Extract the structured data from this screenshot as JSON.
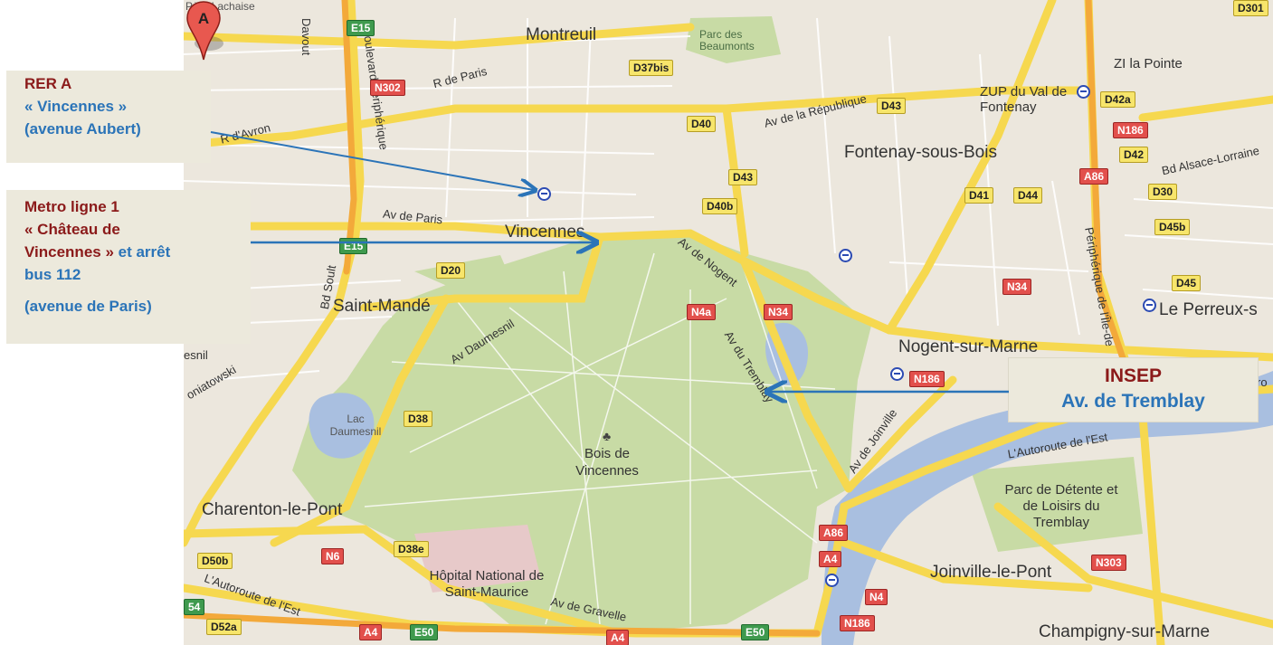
{
  "map": {
    "places": {
      "pere_lachaise": "Père Lachaise",
      "montreuil": "Montreuil",
      "parc_beaumonts": "Parc des Beaumonts",
      "zi_la_pointe": "ZI la Pointe",
      "zup_val_fontenay": "ZUP du Val de Fontenay",
      "fontenay_sous_bois": "Fontenay-sous-Bois",
      "vincennes": "Vincennes",
      "saint_mande": "Saint-Mandé",
      "le_perreux": "Le Perreux-s",
      "nogent_sur_marne": "Nogent-sur-Marne",
      "lac_daumesnil": "Lac Daumesnil",
      "bois_de_vincennes": "Bois de Vincennes",
      "charenton": "Charenton-le-Pont",
      "parc_detente": "Parc de Détente et de Loisirs du Tremblay",
      "joinville": "Joinville-le-Pont",
      "hopital": "Hôpital National de Saint-Maurice",
      "champigny": "Champigny-sur-Marne"
    },
    "streets": {
      "davout": "Davout",
      "bd_peripherique": "Boulevard Périphérique",
      "r_de_paris": "R de Paris",
      "r_davron": "R d'Avron",
      "av_republique": "Av de la République",
      "bd_alsace": "Bd Alsace-Lorraine",
      "av_de_paris": "Av de Paris",
      "bd_soult": "Bd Soult",
      "av_de_nogent": "Av de Nogent",
      "av_daumesnil": "Av Daumesnil",
      "av_tremblay": "Av du Tremblay",
      "peripherique_est": "Périphérique de l'Île-de",
      "av_joinville": "Av de Joinville",
      "autoroute_est_right": "L'Autoroute de l'Est",
      "autoroute_est_left": "L'Autoroute de l'Est",
      "av_gravelle": "Av de Gravelle",
      "poniatowski": "oniatowski",
      "esnil": "esnil",
      "ro": "ro"
    },
    "shields": [
      {
        "text": "E15",
        "type": "e"
      },
      {
        "text": "N302",
        "type": "n"
      },
      {
        "text": "D37bis",
        "type": "d"
      },
      {
        "text": "D43",
        "type": "d"
      },
      {
        "text": "D42a",
        "type": "d"
      },
      {
        "text": "N186",
        "type": "n"
      },
      {
        "text": "D42",
        "type": "d"
      },
      {
        "text": "D40",
        "type": "d"
      },
      {
        "text": "D43",
        "type": "d"
      },
      {
        "text": "A86",
        "type": "n"
      },
      {
        "text": "D41",
        "type": "d"
      },
      {
        "text": "D44",
        "type": "d"
      },
      {
        "text": "D30",
        "type": "d"
      },
      {
        "text": "D40b",
        "type": "d"
      },
      {
        "text": "D45b",
        "type": "d"
      },
      {
        "text": "E15",
        "type": "e"
      },
      {
        "text": "D20",
        "type": "d"
      },
      {
        "text": "N4a",
        "type": "n"
      },
      {
        "text": "N34",
        "type": "n"
      },
      {
        "text": "N34",
        "type": "n"
      },
      {
        "text": "D45",
        "type": "d"
      },
      {
        "text": "N186",
        "type": "n"
      },
      {
        "text": "D38",
        "type": "d"
      },
      {
        "text": "A86",
        "type": "n"
      },
      {
        "text": "A4",
        "type": "n"
      },
      {
        "text": "N303",
        "type": "n"
      },
      {
        "text": "N6",
        "type": "n"
      },
      {
        "text": "D38e",
        "type": "d"
      },
      {
        "text": "D50b",
        "type": "d"
      },
      {
        "text": "N4",
        "type": "n"
      },
      {
        "text": "N186",
        "type": "n"
      },
      {
        "text": "54",
        "type": "e"
      },
      {
        "text": "D52a",
        "type": "d"
      },
      {
        "text": "A4",
        "type": "n"
      },
      {
        "text": "E50",
        "type": "e"
      },
      {
        "text": "A4",
        "type": "n"
      },
      {
        "text": "E50",
        "type": "e"
      },
      {
        "text": "D301",
        "type": "d"
      }
    ],
    "marker_letter": "A",
    "colors": {
      "land": "#ece7dd",
      "park": "#c8dba5",
      "water": "#a9bfe0",
      "road_major": "#f6d84f",
      "road_minor": "#ffffff"
    }
  },
  "callouts": {
    "rer": {
      "line1": "RER A",
      "line2": "« Vincennes »",
      "line3": "(avenue Aubert)"
    },
    "metro": {
      "line1": "Metro  ligne 1",
      "line2a": "« Château de",
      "line2b": "Vincennes »",
      "line2c": " et arrêt",
      "line2d": "bus 112",
      "line3": "(avenue de Paris)"
    },
    "insep": {
      "line1": "INSEP",
      "line2": "Av. de Tremblay"
    }
  }
}
